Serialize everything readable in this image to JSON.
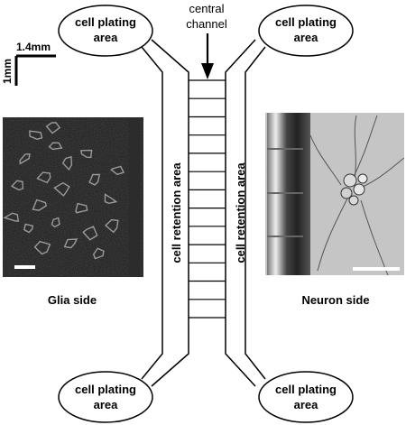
{
  "labels": {
    "cell_plating": [
      "cell plating",
      "area"
    ],
    "central_channel": [
      "central",
      "channel"
    ],
    "scale_horizontal": "1.4mm",
    "scale_vertical": "1mm",
    "retention_left": "cell retention area",
    "retention_right": "cell retention area",
    "glia_side": "Glia side",
    "neuron_side": "Neuron side"
  },
  "channel_count": 14,
  "colors": {
    "line": "#000000",
    "background": "#ffffff",
    "glia_bg": "#202020",
    "neuron_bg": "#c6c6c6"
  },
  "icons": {
    "central_channel_pointer": "down-arrow-icon"
  }
}
